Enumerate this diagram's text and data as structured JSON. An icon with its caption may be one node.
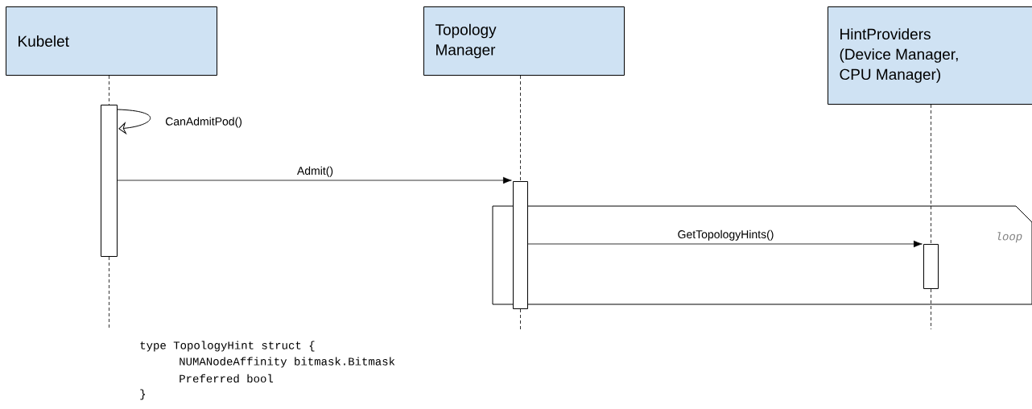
{
  "diagram": {
    "nodes": [
      {
        "text": [
          "Kubelet"
        ]
      },
      {
        "text": [
          "Topology Manager"
        ]
      },
      {
        "text": [
          "HintProviders (Device Manager, CPU Manager)"
        ]
      },
      {
        "text": [],
        "shape": "bar"
      },
      {
        "text": [],
        "shape": "bar"
      },
      {
        "text": [
          "loop"
        ]
      },
      {
        "text": [],
        "shape": "bar",
        "in": 5
      }
    ],
    "edges": [
      {
        "from": 3,
        "to": 3,
        "label": "CanAdmitPod()",
        "arrow": "to"
      },
      {
        "from": 3,
        "to": 4,
        "label": "Admit()",
        "arrow": "to"
      },
      {
        "from": 4,
        "to": 6,
        "label": "GetTopologyHints()",
        "arrow": "to"
      },
      {
        "from": 0,
        "to": 3,
        "arrow": "none",
        "style": "dashed"
      },
      {
        "from": 1,
        "to": 4,
        "arrow": "none",
        "style": "dashed"
      },
      {
        "from": 2,
        "to": 6,
        "arrow": "none",
        "style": "dashed"
      },
      {
        "from": 3,
        "to": null,
        "arrow": "none",
        "style": "dashed"
      },
      {
        "from": 4,
        "to": null,
        "arrow": "none",
        "style": "dashed"
      },
      {
        "from": 6,
        "to": null,
        "arrow": "none",
        "style": "dashed"
      }
    ],
    "labels": [
      "type TopologyHint struct {",
      "NUMANodeAffinity bitmask.Bitmask",
      "Preferred bool",
      "}"
    ]
  }
}
